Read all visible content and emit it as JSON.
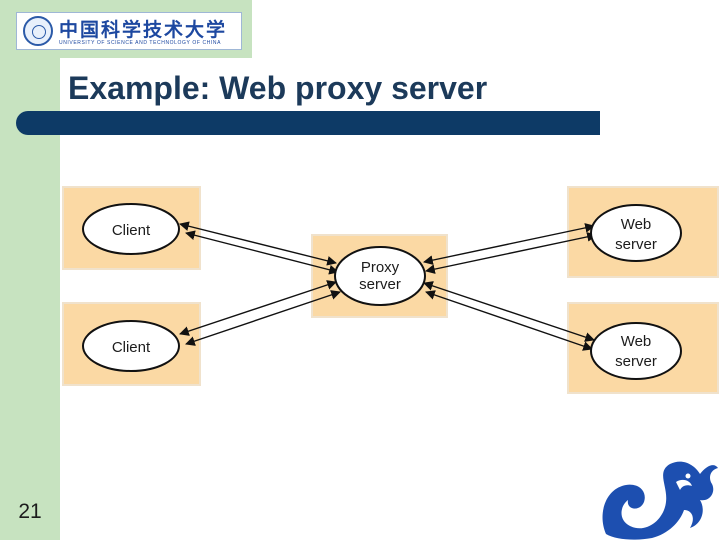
{
  "slide": {
    "title": "Example: Web proxy server",
    "number": "21"
  },
  "logo": {
    "name_cn": "中国科学技术大学",
    "name_en": "UNIVERSITY OF SCIENCE AND TECHNOLOGY OF CHINA"
  },
  "diagram": {
    "nodes": [
      {
        "id": "client1",
        "label": [
          "Client"
        ]
      },
      {
        "id": "client2",
        "label": [
          "Client"
        ]
      },
      {
        "id": "proxy",
        "label": [
          "Proxy",
          "server"
        ]
      },
      {
        "id": "web1",
        "label": [
          "Web",
          "server"
        ]
      },
      {
        "id": "web2",
        "label": [
          "Web",
          "server"
        ]
      }
    ],
    "colors": {
      "box_fill": "#fbd9a4",
      "ellipse_fill": "#ffffff",
      "stroke": "#111111"
    }
  }
}
